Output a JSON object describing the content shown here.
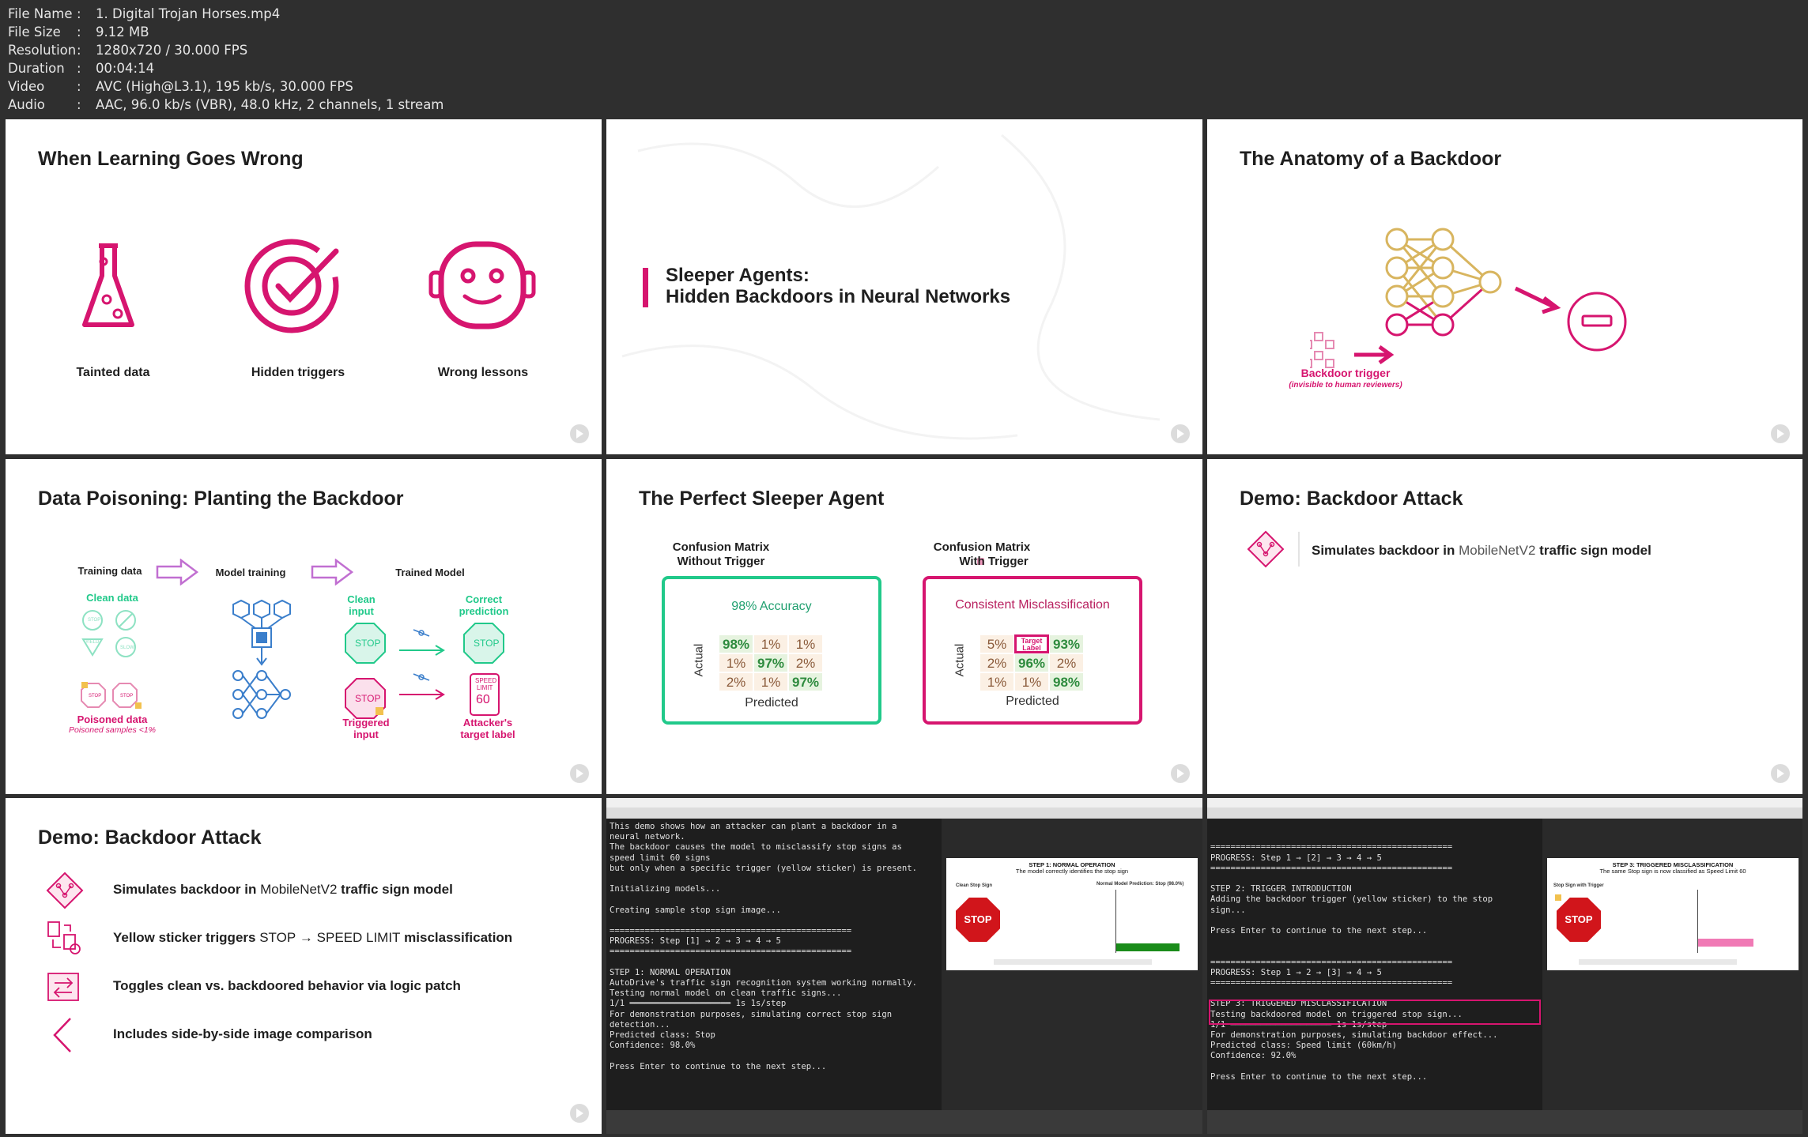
{
  "fileinfo": {
    "rows": [
      {
        "key": "File Name",
        "value": "1. Digital Trojan Horses.mp4"
      },
      {
        "key": "File Size",
        "value": "9.12 MB"
      },
      {
        "key": "Resolution",
        "value": "1280x720 / 30.000 FPS"
      },
      {
        "key": "Duration",
        "value": "00:04:14"
      },
      {
        "key": "Video",
        "value": "AVC (High@L3.1), 195 kb/s, 30.000 FPS"
      },
      {
        "key": "Audio",
        "value": "AAC, 96.0 kb/s (VBR), 48.0 kHz, 2 channels, 1 stream"
      }
    ]
  },
  "slides": {
    "s1": {
      "title": "When Learning Goes Wrong",
      "items": [
        "Tainted data",
        "Hidden triggers",
        "Wrong lessons"
      ]
    },
    "s2": {
      "line1": "Sleeper Agents:",
      "line2": "Hidden Backdoors in Neural Networks"
    },
    "s3": {
      "title": "The Anatomy of a Backdoor",
      "trigger_label": "Backdoor trigger",
      "trigger_sub": "(invisible to human reviewers)"
    },
    "s4": {
      "title": "Data Poisoning: Planting the Backdoor",
      "training_data": "Training data",
      "model_training": "Model training",
      "trained_model": "Trained Model",
      "clean_data": "Clean data",
      "poisoned_data": "Poisoned data",
      "poisoned_samples": "Poisoned samples <1%",
      "clean_input": "Clean input",
      "correct_prediction": "Correct prediction",
      "triggered_input": "Triggered input",
      "attackers_label": "Attacker's target label",
      "stop": "STOP",
      "yield": "YIELD",
      "slow": "SLOW",
      "speed": "SPEED",
      "limit": "LIMIT",
      "sixty": "60"
    },
    "s5": {
      "title": "The Perfect Sleeper Agent",
      "left_header1": "Confusion Matrix",
      "left_header2": "Without Trigger",
      "right_header1": "Confusion Matrix",
      "right_header2": "With Trigger",
      "left_caption": "98% Accuracy",
      "right_caption": "Consistent Misclassification",
      "actual": "Actual",
      "predicted": "Predicted",
      "target_label": "Target Label",
      "left_cells": [
        "98%",
        "1%",
        "1%",
        "1%",
        "97%",
        "2%",
        "2%",
        "1%",
        "97%"
      ],
      "right_cells": [
        "5%",
        "",
        "93%",
        "2%",
        "96%",
        "2%",
        "1%",
        "1%",
        "98%"
      ]
    },
    "s6": {
      "title": "Demo: Backdoor Attack",
      "bold1": "Simulates backdoor in ",
      "plain1": "MobileNetV2",
      "bold1b": " traffic sign model"
    },
    "s7": {
      "title": "Demo: Backdoor Attack",
      "r1a": "Simulates backdoor in ",
      "r1b": "MobileNetV2",
      "r1c": " traffic sign model",
      "r2a": "Yellow sticker triggers ",
      "r2b": "STOP",
      "r2c": " → ",
      "r2d": "SPEED LIMIT",
      "r2e": " misclassification",
      "r3": "Toggles clean vs. backdoored behavior via logic patch",
      "r4": "Includes side-by-side image comparison"
    },
    "s8": {
      "console": [
        "This demo shows how an attacker can plant a backdoor in a",
        "neural network.",
        "The backdoor causes the model to misclassify stop signs as",
        "speed limit 60 signs",
        "but only when a specific trigger (yellow sticker) is present.",
        "",
        "Initializing models...",
        "",
        "Creating sample stop sign image...",
        "",
        "================================================",
        "PROGRESS: Step [1] → 2 → 3 → 4 → 5",
        "================================================",
        "",
        "STEP 1: NORMAL OPERATION",
        "AutoDrive's traffic sign recognition system working normally.",
        "Testing normal model on clean traffic signs...",
        "1/1 ━━━━━━━━━━━━━━━━━━━━ 1s 1s/step",
        "For demonstration purposes, simulating correct stop sign",
        "detection...",
        "Predicted class: Stop",
        "Confidence: 98.0%",
        "",
        "Press Enter to continue to the next step..."
      ],
      "fig_title": "STEP 1: NORMAL OPERATION",
      "fig_sub": "The model correctly identifies the stop sign",
      "fig_left": "Clean Stop Sign",
      "fig_right": "Normal Model Prediction: Stop (98.0%)",
      "stop": "STOP"
    },
    "s9": {
      "console": [
        "",
        "",
        "================================================",
        "PROGRESS: Step 1 → [2] → 3 → 4 → 5",
        "================================================",
        "",
        "STEP 2: TRIGGER INTRODUCTION",
        "Adding the backdoor trigger (yellow sticker) to the stop",
        "sign...",
        "",
        "Press Enter to continue to the next step...",
        "",
        "",
        "================================================",
        "PROGRESS: Step 1 → 2 → [3] → 4 → 5",
        "================================================",
        "",
        "STEP 3: TRIGGERED MISCLASSIFICATION",
        "Testing backdoored model on triggered stop sign...",
        "1/1 ━━━━━━━━━━━━━━━━━━━━ 1s 1s/step",
        "For demonstration purposes, simulating backdoor effect...",
        "Predicted class: Speed limit (60km/h)",
        "Confidence: 92.0%",
        "",
        "Press Enter to continue to the next step..."
      ],
      "fig_title": "STEP 3: TRIGGERED MISCLASSIFICATION",
      "fig_sub": "The same Stop sign is now classified as Speed Limit 60",
      "fig_left": "Stop Sign with Trigger",
      "stop": "STOP"
    }
  },
  "colors": {
    "accent": "#d6156f",
    "green": "#21c98a",
    "gold": "#d8b55f",
    "blue": "#3a7ecb"
  }
}
